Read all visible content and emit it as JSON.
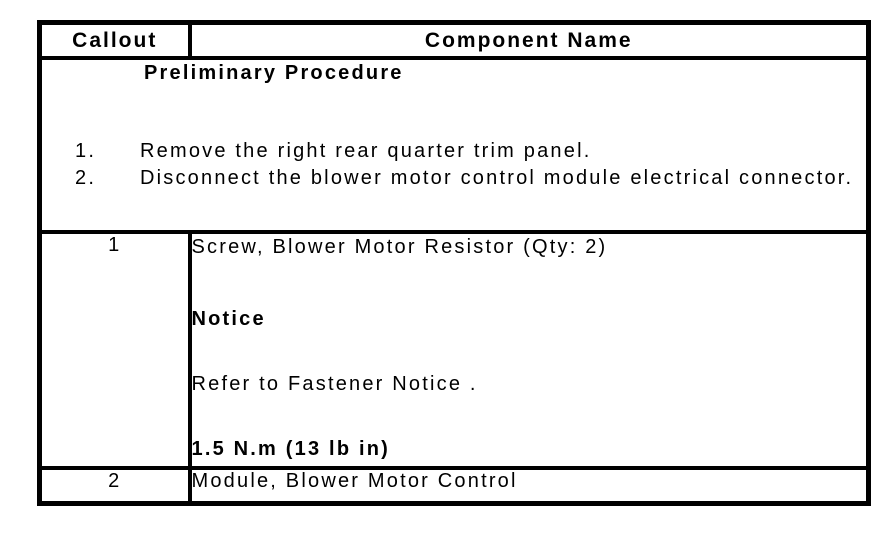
{
  "page": {
    "background_color": "#ffffff",
    "text_color": "#000000",
    "border_color": "#000000"
  },
  "table": {
    "header": {
      "callout_label": "Callout",
      "component_label": "Component Name"
    },
    "preliminary": {
      "title": "Preliminary Procedure",
      "steps": [
        {
          "num": "1.",
          "text": "Remove the right rear quarter trim panel."
        },
        {
          "num": "2.",
          "text": "Disconnect the blower motor control module electrical connector."
        }
      ]
    },
    "rows": [
      {
        "callout": "1",
        "component_lines": [
          {
            "text": "Screw, Blower Motor Resistor (Qty: 2)",
            "style": "regular"
          },
          {
            "text": "Notice",
            "style": "bold"
          },
          {
            "text": "Refer to Fastener Notice .",
            "style": "regular"
          },
          {
            "text": "1.5 N.m (13 lb in)",
            "style": "bold"
          }
        ]
      },
      {
        "callout": "2",
        "component": "Module, Blower Motor Control"
      }
    ]
  }
}
